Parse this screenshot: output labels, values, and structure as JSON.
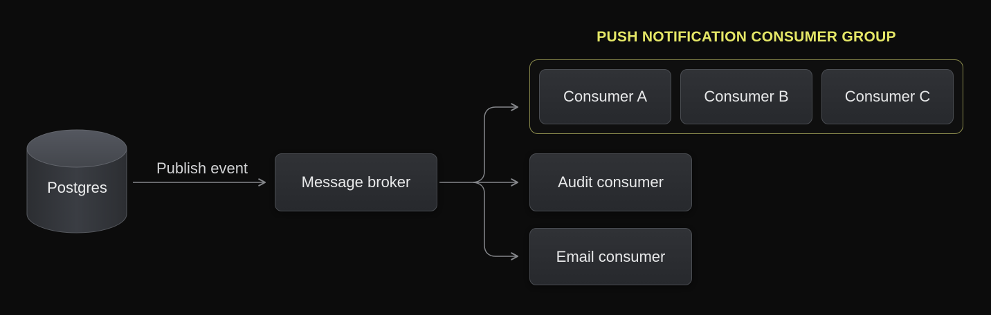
{
  "canvas": {
    "background": "#0c0c0c"
  },
  "nodes": {
    "postgres": {
      "label": "Postgres",
      "shape": "database-cylinder"
    },
    "message_broker": {
      "label": "Message broker"
    },
    "audit_consumer": {
      "label": "Audit consumer"
    },
    "email_consumer": {
      "label": "Email consumer"
    }
  },
  "edges": {
    "publish": {
      "label": "Publish event"
    }
  },
  "consumer_group": {
    "title": "PUSH NOTIFICATION CONSUMER GROUP",
    "title_color": "#e5e767",
    "border_color": "#8d8d4e",
    "members": [
      {
        "label": "Consumer A"
      },
      {
        "label": "Consumer B"
      },
      {
        "label": "Consumer C"
      }
    ]
  },
  "colors": {
    "line": "#85878b",
    "node_fill": "#2b2d31",
    "node_border": "#4a4d52",
    "node_text": "#e7e8e9",
    "edge_label_text": "#d3d4d6",
    "cylinder_top": "#4a4e55",
    "cylinder_body": "#33363b"
  }
}
